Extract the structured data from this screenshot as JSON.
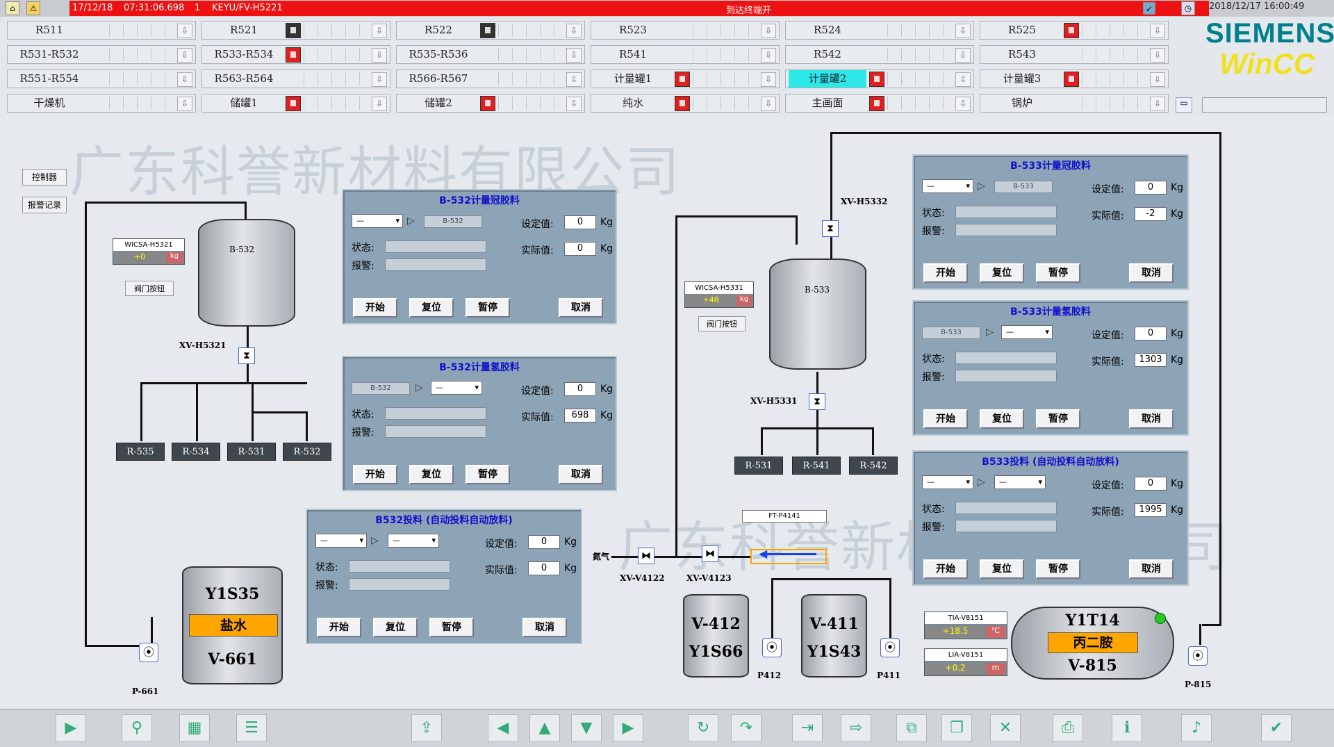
{
  "alarm": {
    "date": "17/12/18",
    "time": "07:31:06.698",
    "code": "1",
    "tag": "KEYU/FV-H5221",
    "message": "到达终端开",
    "datetime": "2018/12/17 16:00:49"
  },
  "nav": {
    "rows": [
      [
        {
          "label": "R511"
        },
        {
          "label": "R521",
          "ind": "dark"
        },
        {
          "label": "R522",
          "ind": "dark"
        },
        {
          "label": "R523"
        },
        {
          "label": "R524"
        },
        {
          "label": "R525",
          "ind": "red"
        }
      ],
      [
        {
          "label": "R531-R532"
        },
        {
          "label": "R533-R534",
          "ind": "red"
        },
        {
          "label": "R535-R536"
        },
        {
          "label": "R541"
        },
        {
          "label": "R542"
        },
        {
          "label": "R543"
        }
      ],
      [
        {
          "label": "R551-R554"
        },
        {
          "label": "R563-R564"
        },
        {
          "label": "R566-R567"
        },
        {
          "label": "计量罐1",
          "ind": "red"
        },
        {
          "label": "计量罐2",
          "ind": "red",
          "active": true
        },
        {
          "label": "计量罐3",
          "ind": "red"
        }
      ],
      [
        {
          "label": "干燥机"
        },
        {
          "label": "储罐1",
          "ind": "red"
        },
        {
          "label": "储罐2",
          "ind": "red"
        },
        {
          "label": "纯水",
          "ind": "red"
        },
        {
          "label": "主画面",
          "ind": "red"
        },
        {
          "label": "锅炉"
        }
      ]
    ]
  },
  "logo": {
    "brand": "SIEMENS",
    "product": "WinCC"
  },
  "watermark": {
    "text": "广东科誉新材料有限公司"
  },
  "side_buttons": {
    "b1": "控制器",
    "b2": "报警记录"
  },
  "tanks": {
    "b532": {
      "name": "B-532",
      "weigh_tag": "WICSA-H5321",
      "weigh_value": "+0",
      "weigh_unit": "kg",
      "btn": "阀门按钮",
      "valve": "XV-H5321"
    },
    "b533": {
      "name": "B-533",
      "weigh_tag": "WICSA-H5331",
      "weigh_value": "+48",
      "weigh_unit": "kg",
      "btn": "阀门按钮",
      "valve_top": "XV-H5332",
      "valve_bottom": "XV-H5331"
    },
    "units_left": [
      "R-535",
      "R-534",
      "R-531",
      "R-532"
    ],
    "units_right": [
      "R-531",
      "R-541",
      "R-542"
    ],
    "y1s35": {
      "top": "Y1S35",
      "band": "盐水",
      "bottom": "V-661",
      "pump": "P-661"
    },
    "v412": {
      "top": "V-412",
      "bottom": "Y1S66",
      "pump": "P412"
    },
    "v411": {
      "top": "V-411",
      "bottom": "Y1S43",
      "pump": "P411"
    },
    "y1t14": {
      "top": "Y1T14",
      "band": "丙二胺",
      "bottom": "V-815",
      "pump": "P-815"
    },
    "nitrogen": "氮气",
    "v4122": "XV-V4122",
    "v4123": "XV-V4123",
    "ft": "FT-P4141",
    "ti": {
      "tag": "TIA-V8151",
      "value": "+18.5",
      "unit": "℃"
    },
    "li": {
      "tag": "LIA-V8151",
      "value": "+0.2",
      "unit": "m"
    }
  },
  "panels": {
    "p1": {
      "title": "B-532计量冠胶料",
      "tag": "B-532",
      "set": "0",
      "actual": "0"
    },
    "p2": {
      "title": "B-532计量氢胶料",
      "tag": "B-532",
      "set": "0",
      "actual": "698"
    },
    "p3": {
      "title": "B532投料 (自动投料自动放料)",
      "set": "0",
      "actual": "0"
    },
    "p4": {
      "title": "B-533计量冠胶料",
      "tag": "B-533",
      "set": "0",
      "actual": "-2"
    },
    "p5": {
      "title": "B-533计量氢胶料",
      "tag": "B-533",
      "set": "0",
      "actual": "1303"
    },
    "p6": {
      "title": "B533投料 (自动投料自动放料)",
      "set": "0",
      "actual": "1995"
    }
  },
  "panel_labels": {
    "state": "状态:",
    "alarm": "报警:",
    "set": "设定值:",
    "actual": "实际值:",
    "unit": "Kg",
    "start": "开始",
    "reset": "复位",
    "pause": "暂停",
    "cancel": "取消"
  },
  "toolbar_icons": [
    "play-icon",
    "filter-icon",
    "folder-icon",
    "list-icon",
    "export-icon",
    "arrow-left-icon",
    "arrow-up-icon",
    "arrow-down-icon",
    "arrow-right-icon",
    "refresh-icon",
    "redo-icon",
    "import-icon",
    "forward-icon",
    "copy-icon",
    "duplicate-icon",
    "delete-icon",
    "printer-icon",
    "info-icon",
    "sound-icon",
    "check-icon"
  ]
}
